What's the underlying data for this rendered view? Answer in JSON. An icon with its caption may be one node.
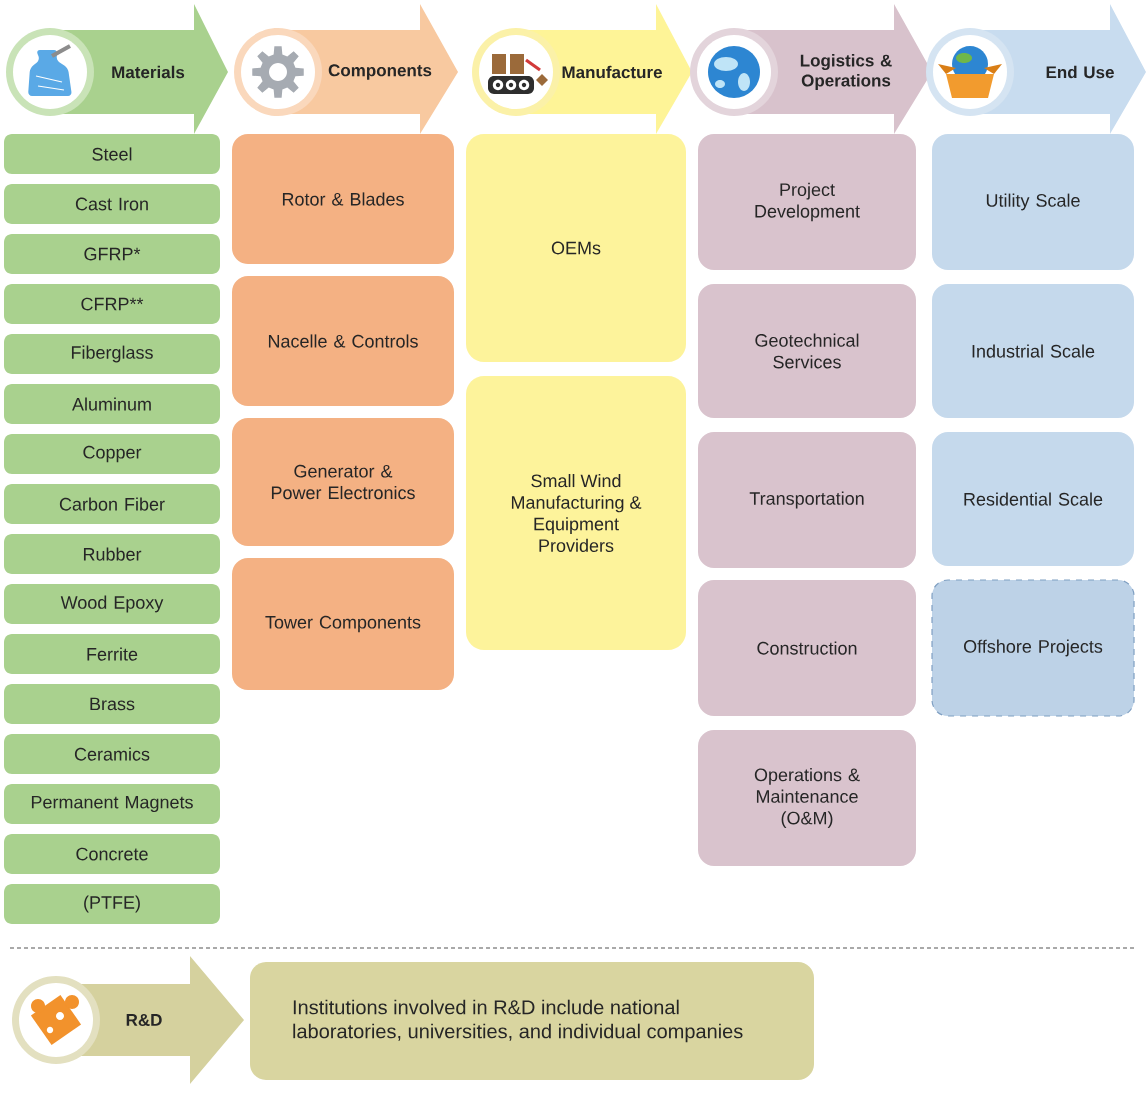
{
  "diagram": {
    "nodes": [
      {
        "text": [
          "Materials"
        ]
      },
      {
        "text": [
          "Components"
        ]
      },
      {
        "text": [
          "Manufacture"
        ]
      },
      {
        "text": [
          "Logistics & Operations"
        ]
      },
      {
        "text": [
          "End Use"
        ]
      },
      {
        "text": [
          "Steel"
        ]
      },
      {
        "text": [
          "Cast Iron"
        ]
      },
      {
        "text": [
          "GFRP*"
        ]
      },
      {
        "text": [
          "CFRP**"
        ]
      },
      {
        "text": [
          "Fiberglass"
        ]
      },
      {
        "text": [
          "Aluminum"
        ]
      },
      {
        "text": [
          "Copper"
        ]
      },
      {
        "text": [
          "Carbon Fiber"
        ]
      },
      {
        "text": [
          "Rubber"
        ]
      },
      {
        "text": [
          "Wood Epoxy"
        ]
      },
      {
        "text": [
          "Ferrite"
        ]
      },
      {
        "text": [
          "Brass"
        ]
      },
      {
        "text": [
          "Ceramics"
        ]
      },
      {
        "text": [
          "Permanent Magnets"
        ]
      },
      {
        "text": [
          "Concrete"
        ]
      },
      {
        "text": [
          "(PTFE)"
        ]
      },
      {
        "text": [
          "Rotor & Blades"
        ]
      },
      {
        "text": [
          "Nacelle & Controls"
        ]
      },
      {
        "text": [
          "Generator & Power Electronics"
        ]
      },
      {
        "text": [
          "Tower Components"
        ]
      },
      {
        "text": [
          "OEMs"
        ]
      },
      {
        "text": [
          "Small Wind Manufacturing & Equipment Providers"
        ]
      },
      {
        "text": [
          "Project Development"
        ]
      },
      {
        "text": [
          "Geotechnical Services"
        ]
      },
      {
        "text": [
          "Transportation"
        ]
      },
      {
        "text": [
          "Construction"
        ]
      },
      {
        "text": [
          "Operations & Maintenance (O&M)"
        ]
      },
      {
        "text": [
          "Utility Scale"
        ]
      },
      {
        "text": [
          "Industrial Scale"
        ]
      },
      {
        "text": [
          "Residential Scale"
        ]
      },
      {
        "text": [
          "Offshore Projects"
        ]
      },
      {
        "text": [
          "R&D"
        ]
      },
      {
        "text": [
          "Institutions involved in R&D include national laboratories, universities, and individual companies"
        ]
      }
    ]
  }
}
